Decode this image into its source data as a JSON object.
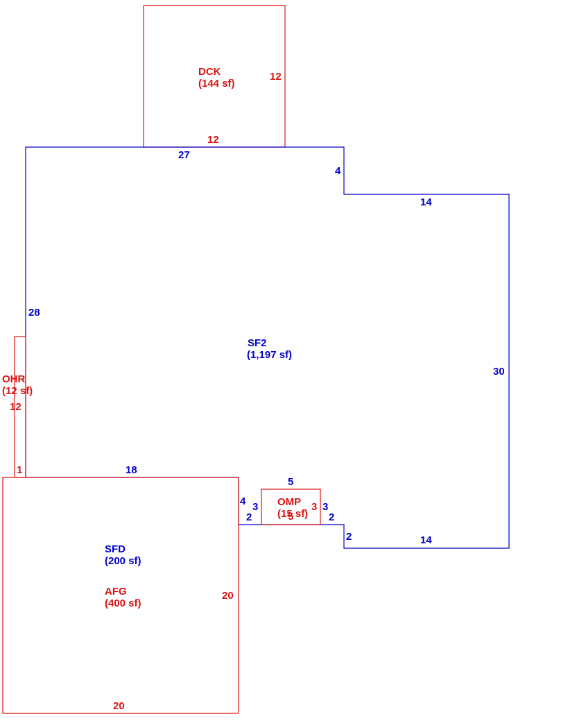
{
  "colors": {
    "main_area": "#0000cc",
    "sub_area": "#dd1111",
    "background": "#ffffff"
  },
  "areas": {
    "dck": {
      "code": "DCK",
      "area": "(144 sf)",
      "color": "#dd1111"
    },
    "sf2": {
      "code": "SF2",
      "area": "(1,197 sf)",
      "color": "#0000cc"
    },
    "ohr": {
      "code": "OHR",
      "area": "(12 sf)",
      "color": "#dd1111"
    },
    "omp": {
      "code": "OMP",
      "area": "(15 sf)",
      "color": "#dd1111"
    },
    "sfd": {
      "code": "SFD",
      "area": "(200 sf)",
      "color": "#0000cc"
    },
    "afg": {
      "code": "AFG",
      "area": "(400 sf)",
      "color": "#dd1111"
    }
  },
  "dimensions": {
    "dck_right": "12",
    "dck_bottom": "12",
    "sf2_top": "27",
    "sf2_step_right": "4",
    "sf2_upper_right": "14",
    "sf2_left": "28",
    "sf2_right": "30",
    "sf2_bottom_left": "18",
    "sf2_lower_right": "14",
    "sf2_step_left_4": "4",
    "sf2_step_left_2": "2",
    "sf2_step_mid_5": "5",
    "sf2_step_right_2a": "2",
    "sf2_step_right_2b": "2",
    "ohr_side": "12",
    "ohr_bottom": "1",
    "omp_left": "3",
    "omp_right_outer": "3",
    "omp_right_inner": "3",
    "omp_bottom": "5",
    "afg_right": "20",
    "afg_bottom": "20"
  }
}
